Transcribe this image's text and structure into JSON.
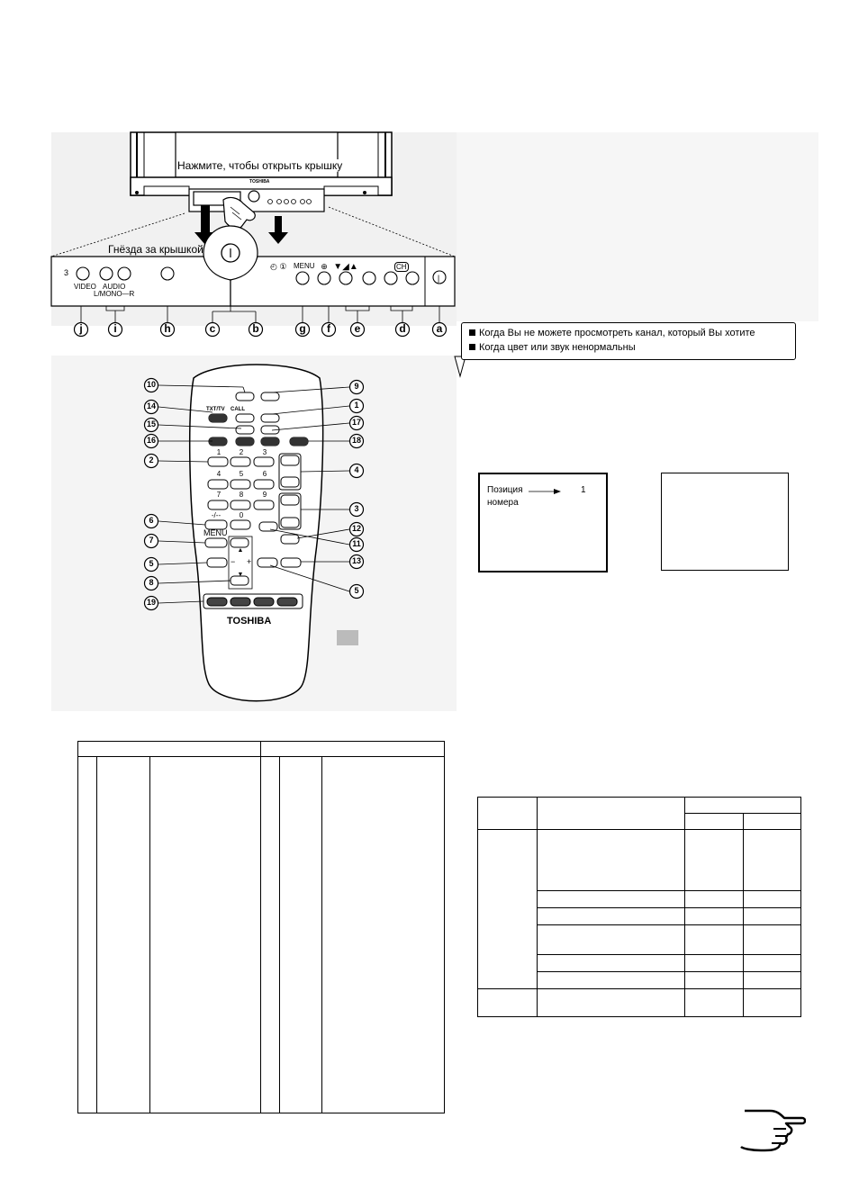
{
  "tv_front": {
    "caption_open_cover": "Нажмите, чтобы открыть крышку",
    "brand": "TOSHIBA",
    "caption_jacks": "Гнёзда за крышкой",
    "jack_labels": {
      "video": "VIDEO",
      "audio": "AUDIO",
      "mono": "L/MONO—R",
      "jack_num": "3"
    },
    "panel_labels": {
      "menu": "MENU",
      "ch": "CH"
    },
    "callout_letters": [
      "j",
      "i",
      "h",
      "c",
      "b",
      "g",
      "f",
      "e",
      "d",
      "a"
    ]
  },
  "notes": {
    "line1": "Когда Вы не можете просмотреть канал, который Вы хотите",
    "line2": "Когда цвет или звук ненормальны"
  },
  "remote": {
    "brand": "TOSHIBA",
    "keys": [
      "1",
      "2",
      "3",
      "4",
      "5",
      "6",
      "7",
      "8",
      "9",
      "-/--",
      "0"
    ],
    "menu_label": "MENU",
    "txt_label": "TXT/TV",
    "call_label": "CALL",
    "callouts_left": [
      "10",
      "14",
      "15",
      "16",
      "2",
      "6",
      "7",
      "5",
      "8",
      "19"
    ],
    "callouts_right": [
      "9",
      "1",
      "17",
      "18",
      "4",
      "3",
      "12",
      "11",
      "13",
      "5"
    ]
  },
  "osd": {
    "label": "Позиция номера",
    "label_line1": "Позиция",
    "label_line2": "номера",
    "value": "1"
  }
}
